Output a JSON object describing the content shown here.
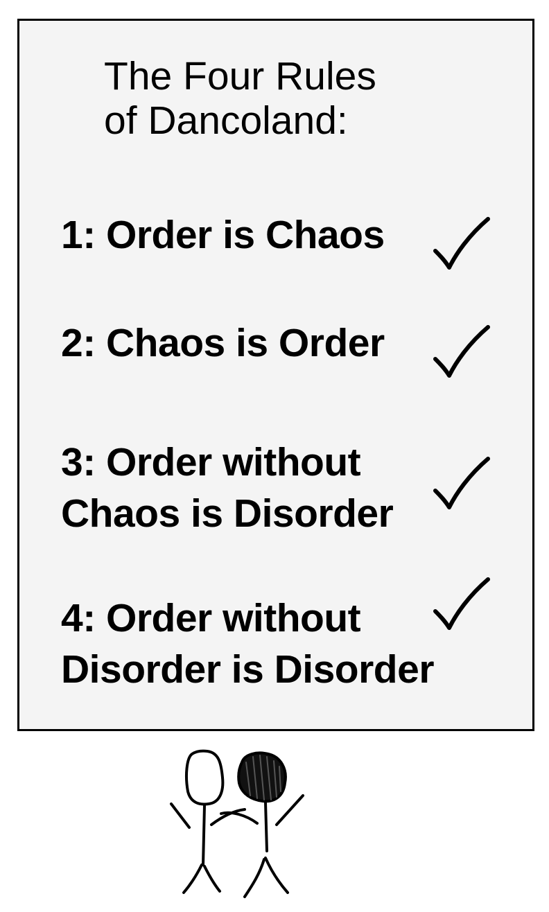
{
  "sign": {
    "title_line_1": "The Four Rules",
    "title_line_2": "of Dancoland:",
    "rules": [
      {
        "lines": [
          "1: Order is Chaos"
        ],
        "checked": true
      },
      {
        "lines": [
          "2: Chaos is Order"
        ],
        "checked": true
      },
      {
        "lines": [
          "3: Order without",
          "Chaos is Disorder"
        ],
        "checked": true
      },
      {
        "lines": [
          "4: Order without",
          "Disorder is Disorder"
        ],
        "checked": true
      }
    ]
  },
  "icons": {
    "check": "checkmark-icon",
    "figures": "two-stick-figures-illustration"
  },
  "colors": {
    "ink": "#000000",
    "sign_background": "#f4f4f4",
    "page_background": "#ffffff"
  }
}
